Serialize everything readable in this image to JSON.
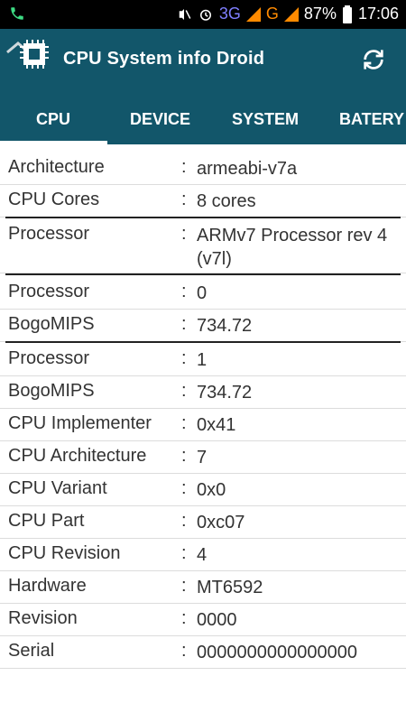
{
  "status_bar": {
    "battery_percent": "87%",
    "time": "17:06",
    "network_3g": "3G",
    "network_g": "G",
    "icons": [
      "phone-icon",
      "mute-icon",
      "alarm-icon",
      "signal-icon",
      "battery-icon"
    ]
  },
  "app": {
    "title": "CPU System info Droid",
    "icon": "cpu-chip-icon",
    "refresh_icon": "refresh-icon",
    "accent_color": "#12566a"
  },
  "tabs": [
    {
      "label": "CPU",
      "active": true
    },
    {
      "label": "DEVICE",
      "active": false
    },
    {
      "label": "SYSTEM",
      "active": false
    },
    {
      "label": "BATERY",
      "active": false
    }
  ],
  "rows": [
    {
      "label": "Architecture",
      "value": "armeabi-v7a"
    },
    {
      "label": "CPU Cores",
      "value": "8 cores"
    },
    {
      "label": "Processor",
      "value": "ARMv7 Processor rev 4 (v7l)"
    },
    {
      "label": "Processor",
      "value": "0"
    },
    {
      "label": "BogoMIPS",
      "value": "734.72"
    },
    {
      "label": "Processor",
      "value": "1"
    },
    {
      "label": "BogoMIPS",
      "value": "734.72"
    },
    {
      "label": "CPU Implementer",
      "value": "0x41"
    },
    {
      "label": "CPU Architecture",
      "value": "7"
    },
    {
      "label": "CPU Variant",
      "value": "0x0"
    },
    {
      "label": "CPU Part",
      "value": "0xc07"
    },
    {
      "label": "CPU Revision",
      "value": "4"
    },
    {
      "label": "Hardware",
      "value": "MT6592"
    },
    {
      "label": "Revision",
      "value": "0000"
    },
    {
      "label": "Serial",
      "value": "0000000000000000"
    }
  ],
  "separator": ":"
}
